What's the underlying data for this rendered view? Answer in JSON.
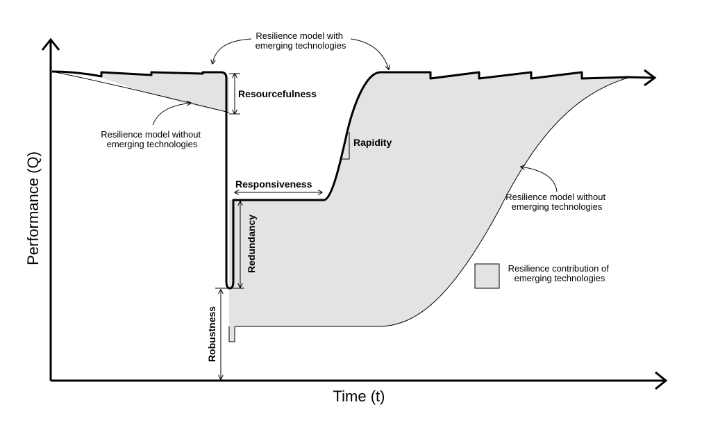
{
  "axes": {
    "x_label": "Time (t)",
    "y_label": "Performance (Q)"
  },
  "labels": {
    "with_tech": [
      "Resilience model with",
      "emerging technologies"
    ],
    "without_tech_left": [
      "Resilience model without",
      "emerging technologies"
    ],
    "without_tech_right": [
      "Resilience model without",
      "emerging technologies"
    ],
    "resourcefulness": "Resourcefulness",
    "rapidity": "Rapidity",
    "responsiveness": "Responsiveness",
    "redundancy": "Redundancy",
    "robustness": "Robustness"
  },
  "legend": {
    "contribution": [
      "Resilience contribution of",
      "emerging technologies"
    ]
  },
  "colors": {
    "fill": "#e3e3e3",
    "stroke": "#000000"
  }
}
